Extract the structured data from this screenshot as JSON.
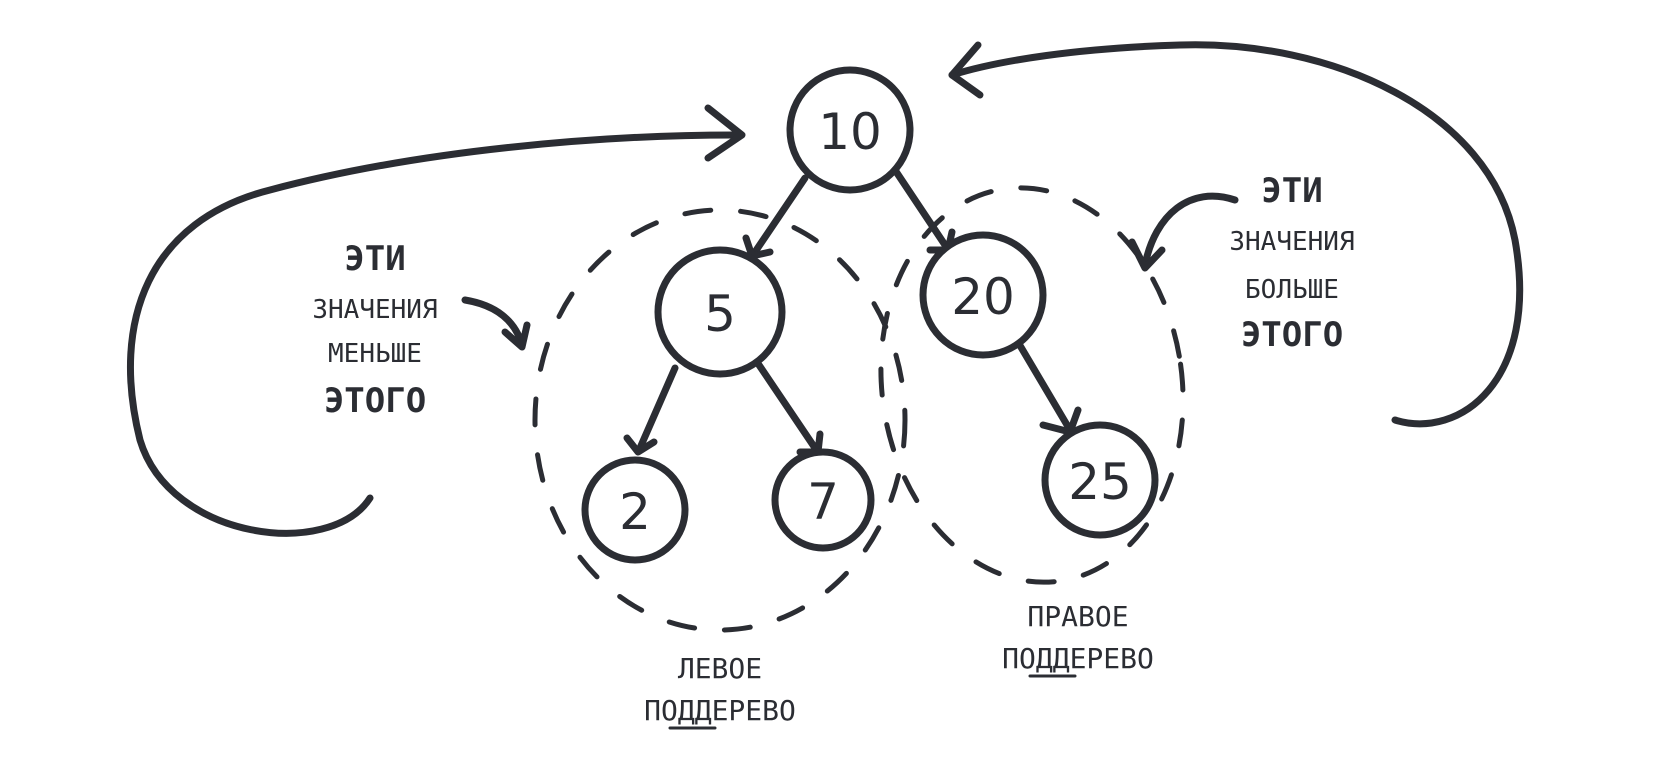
{
  "nodes": {
    "root": "10",
    "left": "5",
    "right": "20",
    "left_left": "2",
    "left_right": "7",
    "right_right": "25"
  },
  "left_note": {
    "line1": "ЭТИ",
    "line2": "ЗНАЧЕНИЯ",
    "line3": "МЕНЬШЕ",
    "line4": "ЭТОГО"
  },
  "right_note": {
    "line1": "ЭТИ",
    "line2": "ЗНАЧЕНИЯ",
    "line3": "БОЛЬШЕ",
    "line4": "ЭТОГО"
  },
  "left_caption": {
    "line1": "ЛЕВОЕ",
    "line2": "ПОДДЕРЕВО"
  },
  "right_caption": {
    "line1": "ПРАВОЕ",
    "line2": "ПОДДЕРЕВО"
  },
  "colors": {
    "ink": "#2b2d33",
    "background": "#ffffff"
  }
}
